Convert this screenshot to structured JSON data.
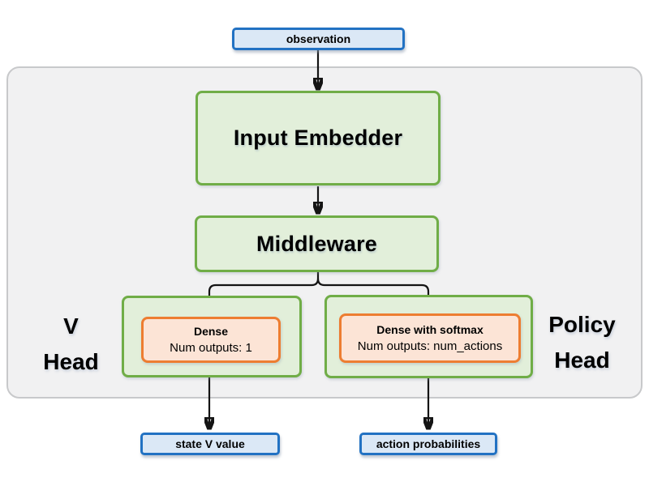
{
  "diagram": {
    "nodes": {
      "observation": {
        "label": "observation"
      },
      "input_embedder": {
        "label": "Input Embedder"
      },
      "middleware": {
        "label": "Middleware"
      },
      "v_head": {
        "title_line1": "V",
        "title_line2": "Head"
      },
      "v_head_dense": {
        "title": "Dense",
        "subtitle": "Num outputs: 1"
      },
      "policy_head": {
        "title_line1": "Policy",
        "title_line2": "Head"
      },
      "policy_head_dense": {
        "title": "Dense with softmax",
        "subtitle": "Num outputs: num_actions"
      },
      "state_v_value": {
        "label": "state V value"
      },
      "action_probabilities": {
        "label": "action probabilities"
      }
    },
    "edges": [
      {
        "from": "observation",
        "to": "input_embedder"
      },
      {
        "from": "input_embedder",
        "to": "middleware"
      },
      {
        "from": "middleware",
        "to": "v_head_dense"
      },
      {
        "from": "middleware",
        "to": "policy_head_dense"
      },
      {
        "from": "v_head_dense",
        "to": "state_v_value"
      },
      {
        "from": "policy_head_dense",
        "to": "action_probabilities"
      }
    ],
    "colors": {
      "blue_border": "#2272c3",
      "blue_fill": "#dbe8f6",
      "green_border": "#70ad47",
      "green_fill": "#e2efda",
      "orange_border": "#ed7d31",
      "orange_fill": "#fce4d6",
      "panel_fill": "#f1f1f2",
      "panel_border": "#c8c9cb",
      "arrow": "#141414"
    }
  }
}
